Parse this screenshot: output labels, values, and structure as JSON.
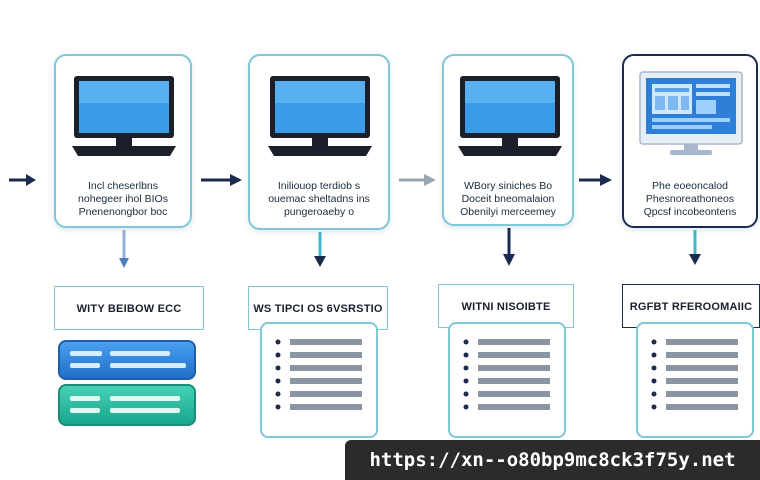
{
  "steps": [
    {
      "id": "step-1",
      "lines": [
        "Incl cheserlbns",
        "nohegeer ihol BIOs",
        "Pnenenongbor boc"
      ],
      "label": "WITY BEIBOW ECC"
    },
    {
      "id": "step-2",
      "lines": [
        "Iniliouop terdiob s",
        "ouemac sheltadns ins",
        "pungeroaeby o"
      ],
      "label": "WS TIPCI OS 6VSRSTIO"
    },
    {
      "id": "step-3",
      "lines": [
        "WBory siniches Bo",
        "Doceit bneomalaion",
        "Obenilyi merceemey"
      ],
      "label": "WITNI NISOIBTE"
    },
    {
      "id": "step-4",
      "lines": [
        "Phe eoeoncalod",
        "Phesnoreathoneos",
        "Qpcsf incobeontens"
      ],
      "label": "RGFBT RFEROOMAIIC"
    }
  ],
  "watermark": "https://xn--o80bp9mc8ck3f75y.net",
  "colors": {
    "navy": "#1b2a4e",
    "teal_border": "#7fc7d9",
    "screen_blue": "#2f8fe0",
    "arrow_gray": "#9aa6b2",
    "db_blue": "#2d7fd6",
    "db_teal": "#2fbfa6"
  }
}
